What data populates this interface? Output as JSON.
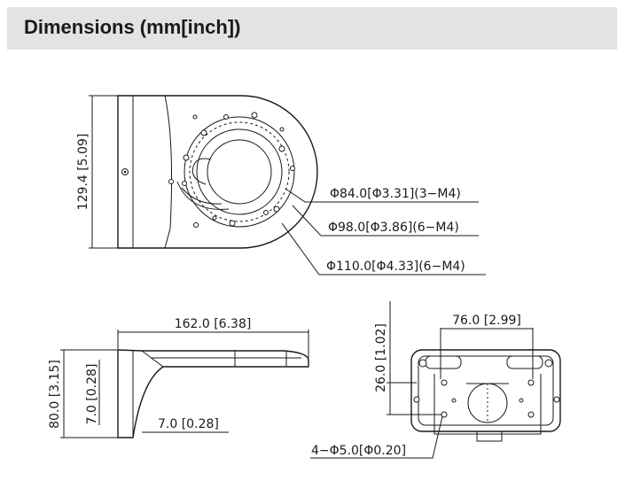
{
  "header": {
    "title": "Dimensions (mm[inch])"
  },
  "top_view": {
    "height_label": "129.4  [5.09]",
    "callout_1": "Φ84.0[Φ3.31](3−M4)",
    "callout_2": "Φ98.0[Φ3.86](6−M4)",
    "callout_3": "Φ110.0[Φ4.33](6−M4)"
  },
  "side_view": {
    "length_label": "162.0  [6.38]",
    "height_label": "80.0  [3.15]",
    "small_height_label": "7.0  [0.28]",
    "thickness_label": "7.0  [0.28]"
  },
  "back_view": {
    "width_label": "76.0  [2.99]",
    "height_label": "26.0  [1.02]",
    "hole_label": "4−Φ5.0[Φ0.20]"
  }
}
